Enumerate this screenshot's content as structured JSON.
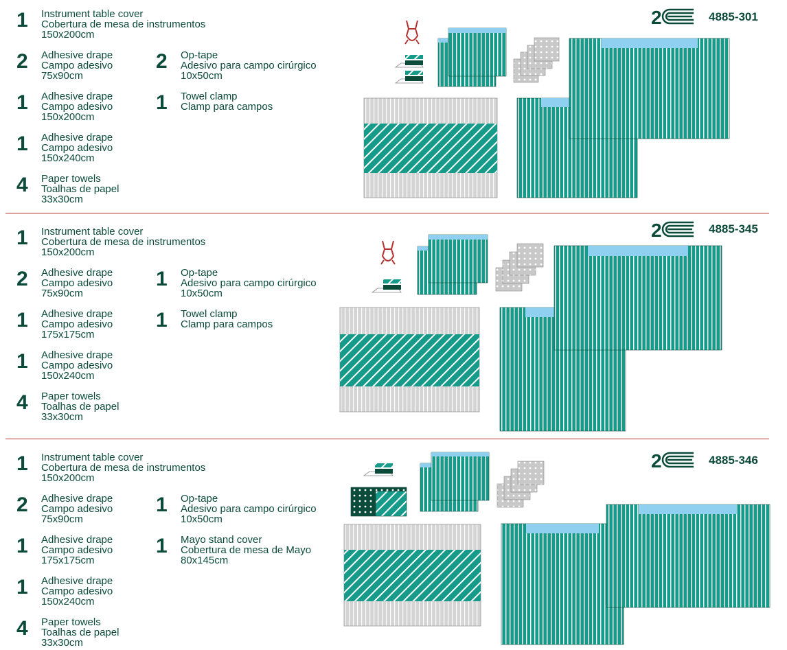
{
  "colors": {
    "teal": "#169a8a",
    "dark": "#0c4a3a",
    "light_blue": "#8fd0f0",
    "gray": "#cfcfcf",
    "rule": "#b3312e"
  },
  "sections": [
    {
      "code": "4885-301",
      "items": [
        {
          "qty": "1",
          "lines": [
            "Instrument table cover",
            "Cobertura de mesa de instrumentos",
            "150x200cm"
          ]
        },
        {
          "qty": "2",
          "lines": [
            "Adhesive drape",
            "Campo adesivo",
            "75x90cm"
          ]
        },
        {
          "qty": "1",
          "lines": [
            "Adhesive drape",
            "Campo adesivo",
            "150x200cm"
          ]
        },
        {
          "qty": "1",
          "lines": [
            "Adhesive drape",
            "Campo adesivo",
            "150x240cm"
          ]
        },
        {
          "qty": "4",
          "lines": [
            "Paper towels",
            "Toalhas de papel",
            "33x30cm"
          ]
        },
        {
          "qty": "2",
          "lines": [
            "Op-tape",
            "Adesivo para campo cirúrgico",
            "10x50cm"
          ]
        },
        {
          "qty": "1",
          "lines": [
            "Towel clamp",
            "Clamp para campos"
          ]
        }
      ]
    },
    {
      "code": "4885-345",
      "items": [
        {
          "qty": "1",
          "lines": [
            "Instrument table cover",
            "Cobertura de mesa de instrumentos",
            "150x200cm"
          ]
        },
        {
          "qty": "2",
          "lines": [
            "Adhesive drape",
            "Campo adesivo",
            "75x90cm"
          ]
        },
        {
          "qty": "1",
          "lines": [
            "Adhesive drape",
            "Campo adesivo",
            "175x175cm"
          ]
        },
        {
          "qty": "1",
          "lines": [
            "Adhesive drape",
            "Campo adesivo",
            "150x240cm"
          ]
        },
        {
          "qty": "4",
          "lines": [
            "Paper towels",
            "Toalhas de papel",
            "33x30cm"
          ]
        },
        {
          "qty": "1",
          "lines": [
            "Op-tape",
            "Adesivo para campo cirúrgico",
            "10x50cm"
          ]
        },
        {
          "qty": "1",
          "lines": [
            "Towel clamp",
            "Clamp para campos"
          ]
        }
      ]
    },
    {
      "code": "4885-346",
      "items": [
        {
          "qty": "1",
          "lines": [
            "Instrument table cover",
            "Cobertura de mesa de instrumentos",
            "150x200cm"
          ]
        },
        {
          "qty": "2",
          "lines": [
            "Adhesive drape",
            "Campo adesivo",
            "75x90cm"
          ]
        },
        {
          "qty": "1",
          "lines": [
            "Adhesive drape",
            "Campo adesivo",
            "175x175cm"
          ]
        },
        {
          "qty": "1",
          "lines": [
            "Adhesive drape",
            "Campo adesivo",
            "150x240cm"
          ]
        },
        {
          "qty": "4",
          "lines": [
            "Paper towels",
            "Toalhas de papel",
            "33x30cm"
          ]
        },
        {
          "qty": "1",
          "lines": [
            "Op-tape",
            "Adesivo para campo cirúrgico",
            "10x50cm"
          ]
        },
        {
          "qty": "1",
          "lines": [
            "Mayo stand cover",
            "Cobertura de mesa de Mayo",
            "80x145cm"
          ]
        }
      ]
    }
  ]
}
